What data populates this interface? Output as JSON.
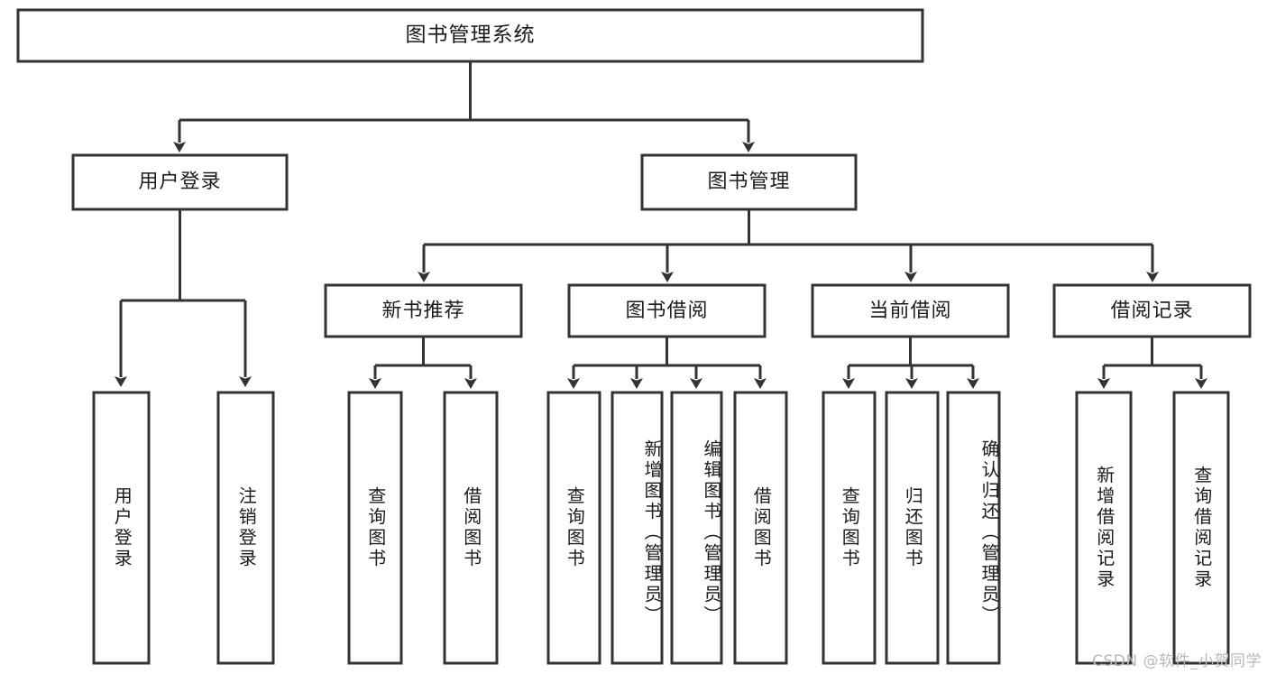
{
  "diagram": {
    "title": "图书管理系统",
    "type": "tree-hierarchy",
    "orientation": "top-down",
    "style": {
      "box_fill": "#ffffff",
      "box_stroke": "#333333",
      "text_color": "#1b1b1b",
      "background": "#ffffff",
      "watermark_color": "#b9b9b9"
    },
    "levels": [
      {
        "level": 0,
        "nodes": [
          {
            "id": "root",
            "label": "图书管理系统",
            "orientation": "horizontal"
          }
        ]
      },
      {
        "level": 1,
        "nodes": [
          {
            "id": "user-login",
            "label": "用户登录",
            "orientation": "horizontal",
            "parent": "root"
          },
          {
            "id": "book-management",
            "label": "图书管理",
            "orientation": "horizontal",
            "parent": "root"
          }
        ]
      },
      {
        "level": 2,
        "nodes": [
          {
            "id": "new-book-recommend",
            "label": "新书推荐",
            "orientation": "horizontal",
            "parent": "book-management"
          },
          {
            "id": "book-borrow",
            "label": "图书借阅",
            "orientation": "horizontal",
            "parent": "book-management"
          },
          {
            "id": "current-borrow",
            "label": "当前借阅",
            "orientation": "horizontal",
            "parent": "book-management"
          },
          {
            "id": "borrow-record",
            "label": "借阅记录",
            "orientation": "horizontal",
            "parent": "book-management"
          }
        ]
      },
      {
        "level": 3,
        "nodes": [
          {
            "id": "leaf-user-login",
            "label": "用户登录",
            "orientation": "vertical",
            "parent": "user-login"
          },
          {
            "id": "leaf-logout",
            "label": "注销登录",
            "orientation": "vertical",
            "parent": "user-login"
          },
          {
            "id": "leaf-query-book-1",
            "label": "查询图书",
            "orientation": "vertical",
            "parent": "new-book-recommend"
          },
          {
            "id": "leaf-borrow-book-1",
            "label": "借阅图书",
            "orientation": "vertical",
            "parent": "new-book-recommend"
          },
          {
            "id": "leaf-query-book-2",
            "label": "查询图书",
            "orientation": "vertical",
            "parent": "book-borrow"
          },
          {
            "id": "leaf-add-book",
            "label": "新增图书（管理员）",
            "orientation": "vertical",
            "parent": "book-borrow"
          },
          {
            "id": "leaf-edit-book",
            "label": "编辑图书（管理员）",
            "orientation": "vertical",
            "parent": "book-borrow"
          },
          {
            "id": "leaf-borrow-book-2",
            "label": "借阅图书",
            "orientation": "vertical",
            "parent": "book-borrow"
          },
          {
            "id": "leaf-query-book-3",
            "label": "查询图书",
            "orientation": "vertical",
            "parent": "current-borrow"
          },
          {
            "id": "leaf-return-book",
            "label": "归还图书",
            "orientation": "vertical",
            "parent": "current-borrow"
          },
          {
            "id": "leaf-confirm-return",
            "label": "确认归还（管理员）",
            "orientation": "vertical",
            "parent": "current-borrow"
          },
          {
            "id": "leaf-add-record",
            "label": "新增借阅记录",
            "orientation": "vertical",
            "parent": "borrow-record"
          },
          {
            "id": "leaf-query-record",
            "label": "查询借阅记录",
            "orientation": "vertical",
            "parent": "borrow-record"
          }
        ]
      }
    ]
  },
  "watermark": {
    "text": "CSDN @软件_小贺同学"
  }
}
